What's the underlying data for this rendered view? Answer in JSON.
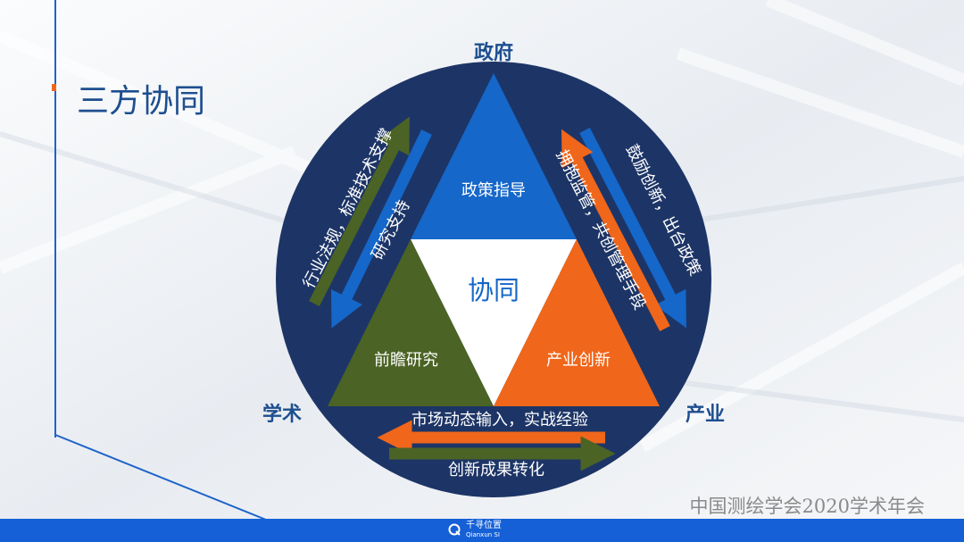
{
  "slide": {
    "title": "三方协同"
  },
  "nodes": {
    "top": "政府",
    "left": "学术",
    "right": "产业"
  },
  "triangles": {
    "top": "政策指导",
    "left": "前瞻研究",
    "right": "产业创新",
    "center": "协同"
  },
  "flows": {
    "left_outer": "行业法规，标准技术支撑",
    "left_inner": "研究支持",
    "right_outer": "鼓励创新，出台政策",
    "right_inner": "拥抱监管，共创管理手段",
    "bottom_upper": "市场动态输入，实战经验",
    "bottom_lower": "创新成果转化"
  },
  "footer": {
    "org": "中国测绘学会2020学术年会"
  },
  "brand": {
    "name": "千寻位置",
    "sub": "Qianxun SI"
  },
  "colors": {
    "circle": "#1d3566",
    "blue": "#1567c9",
    "green": "#4b6324",
    "orange": "#f0661b",
    "title": "#1d4e8f",
    "bar": "#1560d6"
  }
}
